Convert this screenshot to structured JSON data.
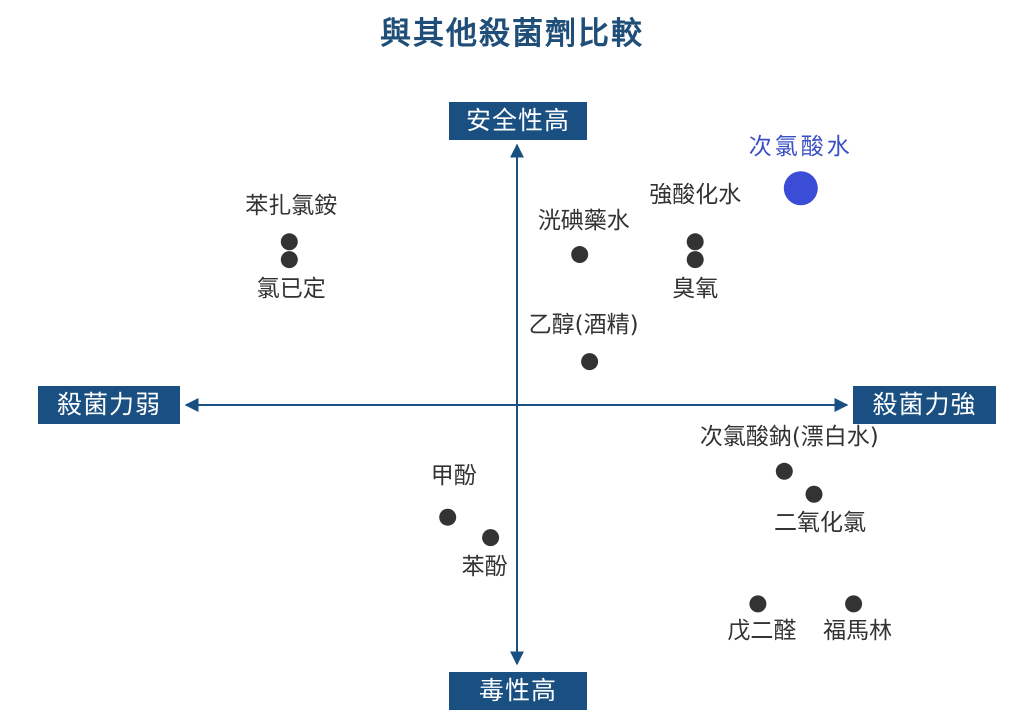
{
  "chart_data": {
    "type": "scatter",
    "title": "與其他殺菌劑比較",
    "axes": {
      "x_positive": "殺菌力強",
      "x_negative": "殺菌力弱",
      "y_positive": "安全性高",
      "y_negative": "毒性高"
    },
    "xlim": [
      -10,
      10
    ],
    "ylim": [
      -10,
      10
    ],
    "grid": false,
    "highlight_color": "#3b4cd6",
    "point_color": "#333333",
    "axis_color": "#1a4f82",
    "points": [
      {
        "label": "次氯酸水",
        "x": 8.6,
        "y": 8.5,
        "highlight": true
      },
      {
        "label": "苯扎氯銨",
        "x": -6.9,
        "y": 6.4
      },
      {
        "label": "氯已定",
        "x": -6.9,
        "y": 5.7
      },
      {
        "label": "洸碘藥水",
        "x": 1.9,
        "y": 5.9
      },
      {
        "label": "強酸化水",
        "x": 5.4,
        "y": 6.4
      },
      {
        "label": "臭氧",
        "x": 5.4,
        "y": 5.7
      },
      {
        "label": "乙醇(酒精)",
        "x": 2.2,
        "y": 1.7
      },
      {
        "label": "次氯酸鈉(漂白水)",
        "x": 8.1,
        "y": -2.6
      },
      {
        "label": "二氧化氯",
        "x": 9.0,
        "y": -3.5
      },
      {
        "label": "甲酚",
        "x": -2.1,
        "y": -4.4
      },
      {
        "label": "苯酚",
        "x": -0.8,
        "y": -5.2
      },
      {
        "label": "戊二醛",
        "x": 7.3,
        "y": -7.8
      },
      {
        "label": "福馬林",
        "x": 10.2,
        "y": -7.8
      }
    ]
  }
}
